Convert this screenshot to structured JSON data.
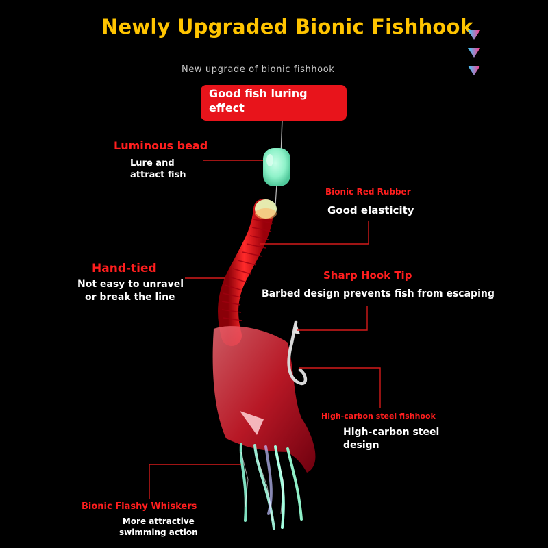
{
  "header": {
    "title": "Newly Upgraded Bionic Fishhook",
    "subtitle": "New upgrade of bionic fishhook",
    "badge_line1": "Good fish luring",
    "badge_line2": "effect"
  },
  "callouts": {
    "luminous_bead": {
      "title": "Luminous bead",
      "desc_line1": "Lure and",
      "desc_line2": "attract fish"
    },
    "red_rubber": {
      "title": "Bionic Red Rubber",
      "desc": "Good elasticity"
    },
    "hand_tied": {
      "title": "Hand-tied",
      "desc_line1": "Not easy to unravel",
      "desc_line2": "or break the line"
    },
    "hook_tip": {
      "title": "Sharp Hook Tip",
      "desc": "Barbed design prevents fish from escaping"
    },
    "steel_hook": {
      "title": "High-carbon steel fishhook",
      "desc_line1": "High-carbon steel",
      "desc_line2": "design"
    },
    "whiskers": {
      "title": "Bionic Flashy Whiskers",
      "desc_line1": "More attractive",
      "desc_line2": "swimming action"
    }
  },
  "colors": {
    "title": "#ffc400",
    "accent_red": "#ff1e1e",
    "badge_bg": "#e8141b",
    "bead": "#8ef2c9",
    "background": "#000000"
  },
  "icons": [
    "triangle-down-icon",
    "triangle-down-icon",
    "triangle-down-icon"
  ]
}
